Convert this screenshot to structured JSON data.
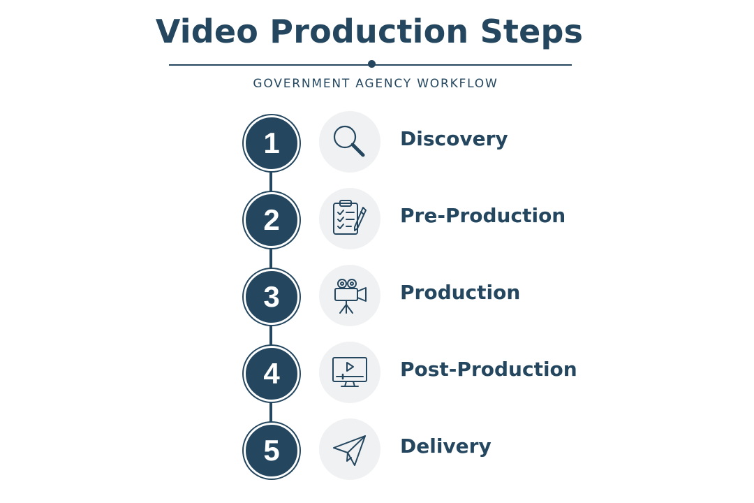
{
  "header": {
    "title": "Video Production Steps",
    "subtitle": "GOVERNMENT AGENCY WORKFLOW"
  },
  "steps": [
    {
      "number": "1",
      "label": "Discovery",
      "icon": "magnifying-glass-icon"
    },
    {
      "number": "2",
      "label": "Pre-Production",
      "icon": "clipboard-checklist-icon"
    },
    {
      "number": "3",
      "label": "Production",
      "icon": "video-camera-icon"
    },
    {
      "number": "4",
      "label": "Post-Production",
      "icon": "monitor-play-icon"
    },
    {
      "number": "5",
      "label": "Delivery",
      "icon": "paper-plane-icon"
    }
  ],
  "colors": {
    "primary": "#24475f",
    "icon_background": "#f0f1f2",
    "background": "#ffffff"
  }
}
